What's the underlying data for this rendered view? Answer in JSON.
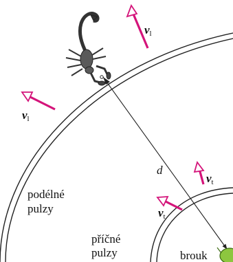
{
  "labels": {
    "longitudinal": "podélné",
    "longitudinal_2": "pulzy",
    "transverse": "příčné",
    "transverse_2": "pulzy",
    "beetle": "brouk",
    "distance": "d",
    "v_long_1": {
      "symbol": "v",
      "sub": "l"
    },
    "v_long_2": {
      "symbol": "v",
      "sub": "l"
    },
    "v_trans_1": {
      "symbol": "v",
      "sub": "t"
    },
    "v_trans_2": {
      "symbol": "v",
      "sub": "t"
    }
  },
  "colors": {
    "arrow": "#d4147a",
    "line": "#222222",
    "beetle": "#8dc63f",
    "scorpion": "#4a4a4a"
  },
  "icons": {
    "scorpion": "scorpion-icon",
    "beetle": "beetle-icon"
  }
}
